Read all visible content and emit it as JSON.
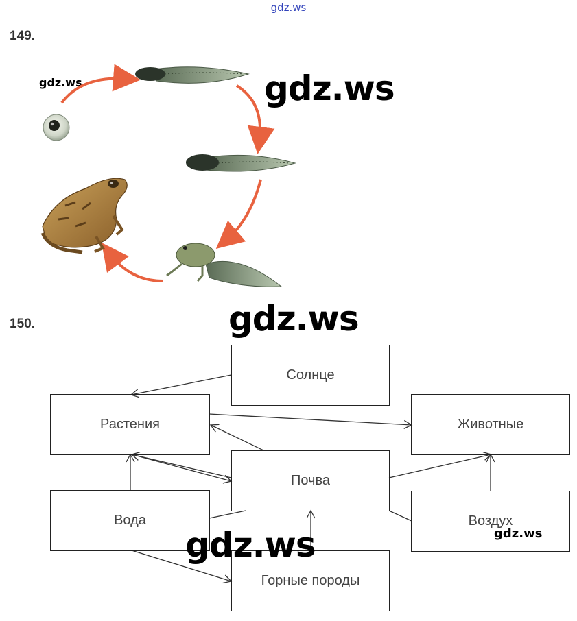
{
  "header": {
    "watermark": "gdz.ws"
  },
  "task149": {
    "number": "149.",
    "watermark_small": "gdz.ws",
    "watermark_big": "gdz.ws",
    "stages": [
      "egg-icon",
      "tadpole-icon",
      "tadpole-with-legs-icon",
      "froglet-icon",
      "frog-icon"
    ]
  },
  "task150": {
    "number": "150.",
    "watermark_top": "gdz.ws",
    "watermark_bottom": "gdz.ws",
    "watermark_small": "gdz.ws",
    "boxes": {
      "sun": "Солнце",
      "plants": "Растения",
      "animals": "Животные",
      "soil": "Почва",
      "water": "Вода",
      "air": "Воздух",
      "rocks": "Горные породы"
    }
  },
  "colors": {
    "arrow": "#e8623f",
    "lines": "#333333",
    "watermark_link": "#3344bb"
  }
}
